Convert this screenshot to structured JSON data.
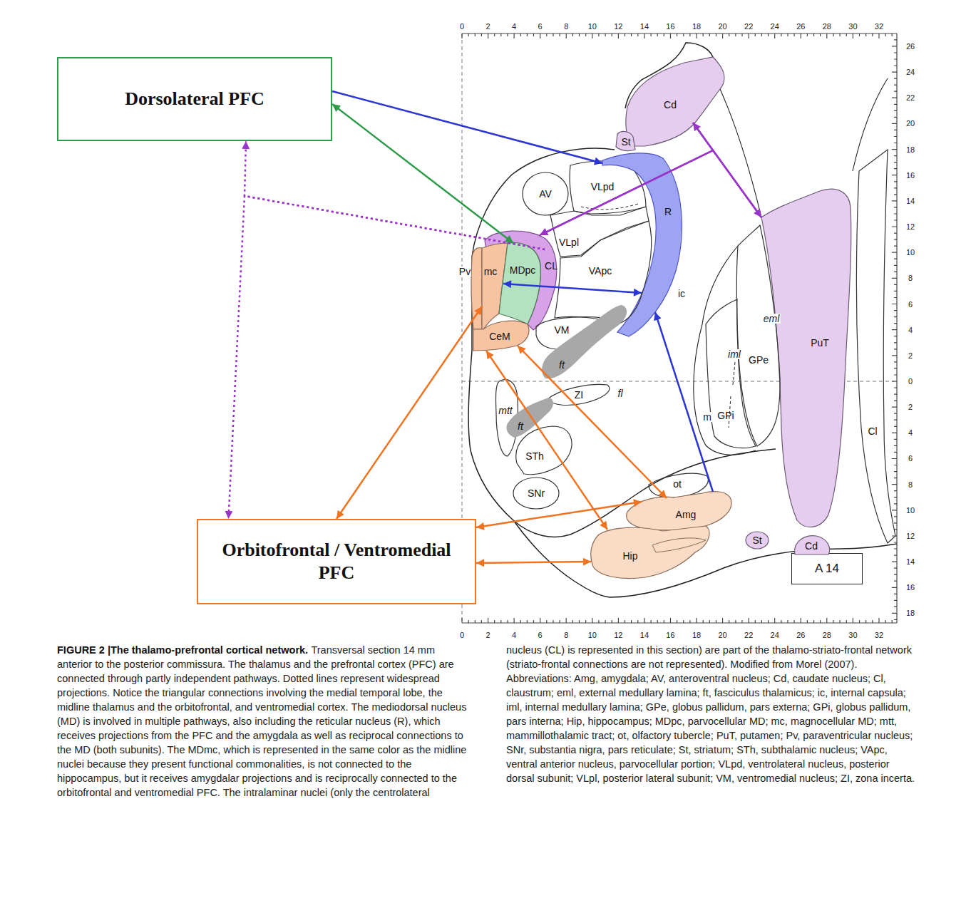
{
  "diagram": {
    "title": "FIGURE 2 |The thalamo-prefrontal cortical network.",
    "caption": "Transversal section 14 mm anterior to the posterior commissura. The thalamus and the prefrontal cortex (PFC) are connected through partly independent pathways. Dotted lines represent widespread projections. Notice the triangular connections involving the medial temporal lobe, the midline thalamus and the orbitofrontal, and ventromedial cortex. The mediodorsal nucleus (MD) is involved in multiple pathways, also including the reticular nucleus (R), which receives projections from the PFC and the amygdala as well as reciprocal connections to the MD (both subunits). The MDmc, which is represented in the same color as the midline nuclei because they present functional commonalities, is not connected to the hippocampus, but it receives amygdalar projections and is reciprocally connected to the orbitofrontal and ventromedial PFC. The intralaminar nuclei (only the centrolateral nucleus (CL) is represented in this section) are part of the thalamo-striato-frontal network (striato-frontal connections are not represented). Modified from Morel (2007). Abbreviations: Amg, amygdala; AV, anteroventral nucleus; Cd, caudate nucleus; Cl, claustrum; eml, external medullary lamina; ft, fasciculus thalamicus; ic, internal capsula; iml, internal medullary lamina; GPe, globus pallidum, pars externa; GPi, globus pallidum, pars interna; Hip, hippocampus; MDpc, parvocellular MD; mc, magnocellular MD; mtt, mammillothalamic tract; ot, olfactory tubercle; PuT, putamen; Pv, paraventricular nucleus; SNr, substantia nigra, pars reticulate; St, striatum; STh, subthalamic nucleus; VApc, ventral anterior nucleus, parvocellular portion; VLpd, ventrolateral nucleus, posterior dorsal subunit; VLpl, posterior lateral subunit; VM, ventromedial nucleus; ZI, zona incerta.",
    "nodes": [
      {
        "text": [
          "Dorsolateral PFC"
        ]
      },
      {
        "text": [
          "Cd"
        ]
      },
      {
        "text": [
          "St"
        ]
      },
      {
        "text": [
          "AV"
        ]
      },
      {
        "text": [
          "VLpd"
        ]
      },
      {
        "text": [
          "R"
        ]
      },
      {
        "text": [
          "VLpl"
        ]
      },
      {
        "text": [
          "CL"
        ]
      },
      {
        "text": [
          "Pv"
        ]
      },
      {
        "text": [
          "mc"
        ]
      },
      {
        "text": [
          "MDpc"
        ]
      },
      {
        "text": [
          "VApc"
        ]
      },
      {
        "text": [
          "VM"
        ]
      },
      {
        "text": [
          "CeM"
        ]
      },
      {
        "text": [
          "PuT"
        ]
      },
      {
        "text": [
          "GPe"
        ]
      },
      {
        "text": [
          "ft"
        ]
      },
      {
        "text": [
          "ZI"
        ]
      },
      {
        "text": [
          "mtt"
        ]
      },
      {
        "text": [
          "GPi"
        ]
      },
      {
        "text": [
          "ft"
        ]
      },
      {
        "text": [
          "Cl"
        ]
      },
      {
        "text": [
          "STh"
        ]
      },
      {
        "text": [
          "ot"
        ]
      },
      {
        "text": [
          "SNr"
        ]
      },
      {
        "text": [
          "Amg"
        ]
      },
      {
        "text": [
          "Orbitofrontal / Ventromedial PFC"
        ]
      },
      {
        "text": [
          "St"
        ]
      },
      {
        "text": [
          "Cd"
        ]
      },
      {
        "text": [
          "Hip"
        ]
      },
      {
        "text": [
          "A 14"
        ]
      }
    ],
    "edges": [
      {
        "from": 0,
        "to": 5,
        "arrow": "to"
      },
      {
        "from": 10,
        "to": 0,
        "arrow": "both"
      },
      {
        "from": 7,
        "to": 0,
        "arrow": "to"
      },
      {
        "from": 7,
        "to": 26,
        "arrow": "to"
      },
      {
        "from": 1,
        "to": 14,
        "arrow": "both"
      },
      {
        "from": 1,
        "to": 7,
        "arrow": "to"
      },
      {
        "from": 14,
        "to": 7,
        "arrow": "to"
      },
      {
        "from": 10,
        "to": 5,
        "arrow": "both"
      },
      {
        "from": 25,
        "to": 5,
        "arrow": "to"
      },
      {
        "from": 26,
        "to": 9,
        "arrow": "both"
      },
      {
        "from": 13,
        "to": 25,
        "arrow": "both"
      },
      {
        "from": 13,
        "to": 29,
        "arrow": "both"
      },
      {
        "from": 26,
        "to": 25,
        "arrow": "both"
      },
      {
        "from": 26,
        "to": 29,
        "arrow": "both"
      }
    ],
    "labels": [
      "0",
      "2",
      "4",
      "6",
      "8",
      "10",
      "12",
      "14",
      "16",
      "18",
      "20",
      "22",
      "24",
      "26",
      "28",
      "30",
      "32",
      "26",
      "24",
      "22",
      "20",
      "18",
      "16",
      "14",
      "12",
      "10",
      "8",
      "6",
      "4",
      "2",
      "0",
      "2",
      "4",
      "6",
      "8",
      "10",
      "12",
      "14",
      "16",
      "18",
      "0",
      "2",
      "4",
      "6",
      "8",
      "10",
      "12",
      "14",
      "16",
      "18",
      "20",
      "22",
      "24",
      "26",
      "28",
      "30",
      "32",
      "ic",
      "eml",
      "iml",
      "fl",
      "m"
    ]
  }
}
